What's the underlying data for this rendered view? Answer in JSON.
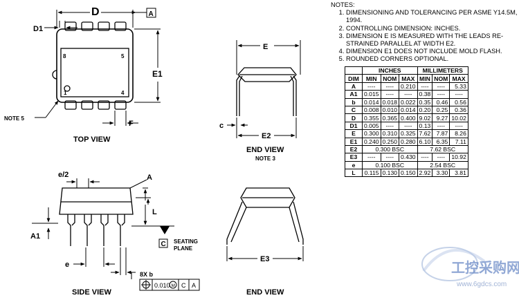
{
  "notes": {
    "title": "NOTES:",
    "items": [
      "DIMENSIONING AND TOLERANCING PER ASME Y14.5M, 1994.",
      "CONTROLLING DIMENSION: INCHES.",
      "DIMENSION E IS MEASURED WITH THE LEADS RE-STRAINED PARALLEL AT WIDTH E2.",
      "DIMENSION E1 DOES NOT INCLUDE MOLD FLASH.",
      "ROUNDED CORNERS OPTIONAL."
    ]
  },
  "table": {
    "group_inches": "INCHES",
    "group_mm": "MILLIMETERS",
    "col_dim": "DIM",
    "col_min": "MIN",
    "col_nom": "NOM",
    "col_max": "MAX",
    "rows": [
      {
        "dim": "A",
        "in_min": "----",
        "in_nom": "----",
        "in_max": "0.210",
        "mm_min": "----",
        "mm_nom": "----",
        "mm_max": "5.33"
      },
      {
        "dim": "A1",
        "in_min": "0.015",
        "in_nom": "----",
        "in_max": "----",
        "mm_min": "0.38",
        "mm_nom": "----",
        "mm_max": "----"
      },
      {
        "dim": "b",
        "in_min": "0.014",
        "in_nom": "0.018",
        "in_max": "0.022",
        "mm_min": "0.35",
        "mm_nom": "0.46",
        "mm_max": "0.56"
      },
      {
        "dim": "C",
        "in_min": "0.008",
        "in_nom": "0.010",
        "in_max": "0.014",
        "mm_min": "0.20",
        "mm_nom": "0.25",
        "mm_max": "0.36"
      },
      {
        "dim": "D",
        "in_min": "0.355",
        "in_nom": "0.365",
        "in_max": "0.400",
        "mm_min": "9.02",
        "mm_nom": "9.27",
        "mm_max": "10.02"
      },
      {
        "dim": "D1",
        "in_min": "0.005",
        "in_nom": "----",
        "in_max": "----",
        "mm_min": "0.13",
        "mm_nom": "----",
        "mm_max": "----"
      },
      {
        "dim": "E",
        "in_min": "0.300",
        "in_nom": "0.310",
        "in_max": "0.325",
        "mm_min": "7.62",
        "mm_nom": "7.87",
        "mm_max": "8.26"
      },
      {
        "dim": "E1",
        "in_min": "0.240",
        "in_nom": "0.250",
        "in_max": "0.280",
        "mm_min": "6.10",
        "mm_nom": "6.35",
        "mm_max": "7.11"
      },
      {
        "dim": "E2",
        "bsc_in": "0.300 BSC",
        "bsc_mm": "7.62 BSC"
      },
      {
        "dim": "E3",
        "in_min": "----",
        "in_nom": "----",
        "in_max": "0.430",
        "mm_min": "----",
        "mm_nom": "----",
        "mm_max": "10.92"
      },
      {
        "dim": "e",
        "bsc_in": "0.100 BSC",
        "bsc_mm": "2.54 BSC"
      },
      {
        "dim": "L",
        "in_min": "0.115",
        "in_nom": "0.130",
        "in_max": "0.150",
        "mm_min": "2.92",
        "mm_nom": "3.30",
        "mm_max": "3.81"
      }
    ]
  },
  "labels": {
    "top_view": "TOP VIEW",
    "end_view": "END VIEW",
    "note3": "NOTE 3",
    "side_view": "SIDE VIEW",
    "end_view2": "END VIEW",
    "note5": "NOTE 5",
    "D": "D",
    "A_datum": "A",
    "D1": "D1",
    "pin8": "8",
    "pin5": "5",
    "pin1": "1",
    "pin4": "4",
    "E1": "E1",
    "F": "F",
    "E": "E",
    "c": "c",
    "E2": "E2",
    "e2": "e/2",
    "A": "A",
    "L": "L",
    "A1": "A1",
    "C_datum": "C",
    "seating1": "SEATING",
    "seating2": "PLANE",
    "e": "e",
    "eight_b": "8X b",
    "tol_value": "0.010",
    "tol_mod": "M",
    "tol_ref1": "C",
    "tol_ref2": "A",
    "E3": "E3"
  },
  "watermark": {
    "cn": "工控采购网",
    "url": "www.6gdcs.com"
  }
}
